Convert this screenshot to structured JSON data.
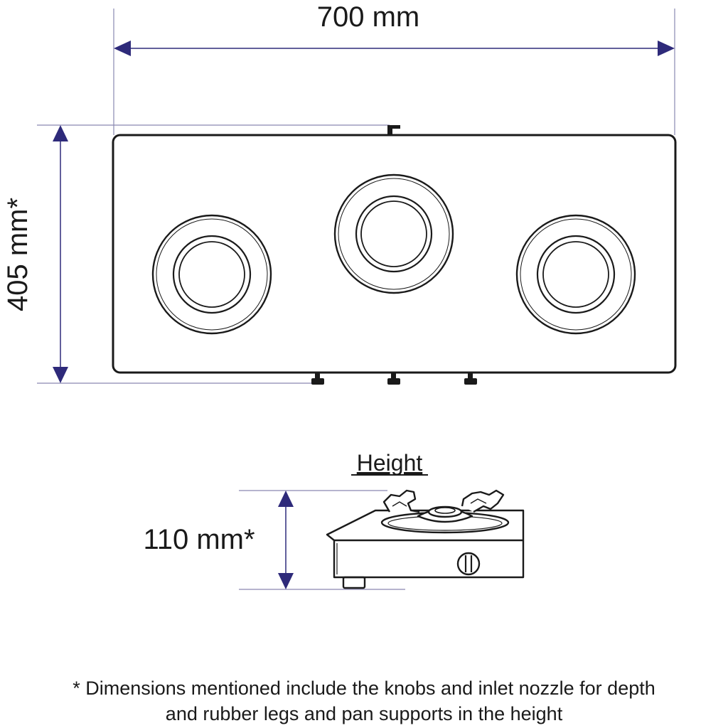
{
  "dimensions": {
    "width_label": "700 mm",
    "depth_label": "405 mm*",
    "height_label": "110 mm*"
  },
  "side_view": {
    "heading": "Height"
  },
  "footnote": {
    "line1": "* Dimensions mentioned include the knobs and inlet nozzle for depth",
    "line2": "and rubber legs and pan supports in the height"
  },
  "colors": {
    "dimension_arrow": "#2e2a7a",
    "outline": "#1a1a1a",
    "background": "#ffffff"
  },
  "icons": {
    "stove_top": "cooktop-top-view",
    "stove_side": "cooktop-side-view"
  }
}
